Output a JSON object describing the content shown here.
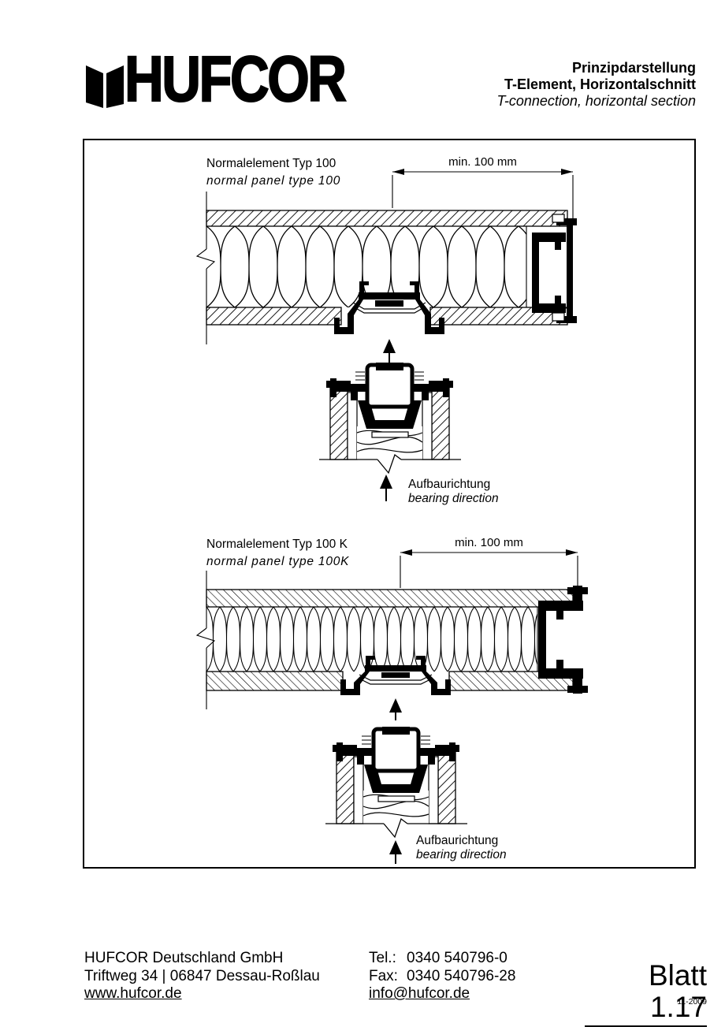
{
  "header": {
    "logo": {
      "icon": "hufcor-folding-wall-icon",
      "text": "HUFCOR"
    },
    "title_de_1": "Prinzipdarstellung",
    "title_de_2": "T-Element, Horizontalschnitt",
    "title_en": "T-connection, horizontal section"
  },
  "drawings": [
    {
      "label_de": "Normalelement Typ 100",
      "label_en": "normal panel type 100",
      "dimension": "min. 100 mm",
      "direction_de": "Aufbaurichtung",
      "direction_en": "bearing direction"
    },
    {
      "label_de": "Normalelement Typ 100 K",
      "label_en": "normal panel type 100K",
      "dimension": "min. 100 mm",
      "direction_de": "Aufbaurichtung",
      "direction_en": "bearing direction"
    }
  ],
  "footer": {
    "company": "HUFCOR Deutschland GmbH",
    "address": "Triftweg 34 | 06847 Dessau-Roßlau",
    "website": "www.hufcor.de",
    "tel_label": "Tel.:",
    "tel": "0340 540796-0",
    "fax_label": "Fax:",
    "fax": "0340 540796-28",
    "email": "info@hufcor.de",
    "sheet": "Blatt 1.17",
    "date": "11-2009"
  },
  "colors": {
    "ink": "#000000",
    "paper": "#ffffff"
  }
}
